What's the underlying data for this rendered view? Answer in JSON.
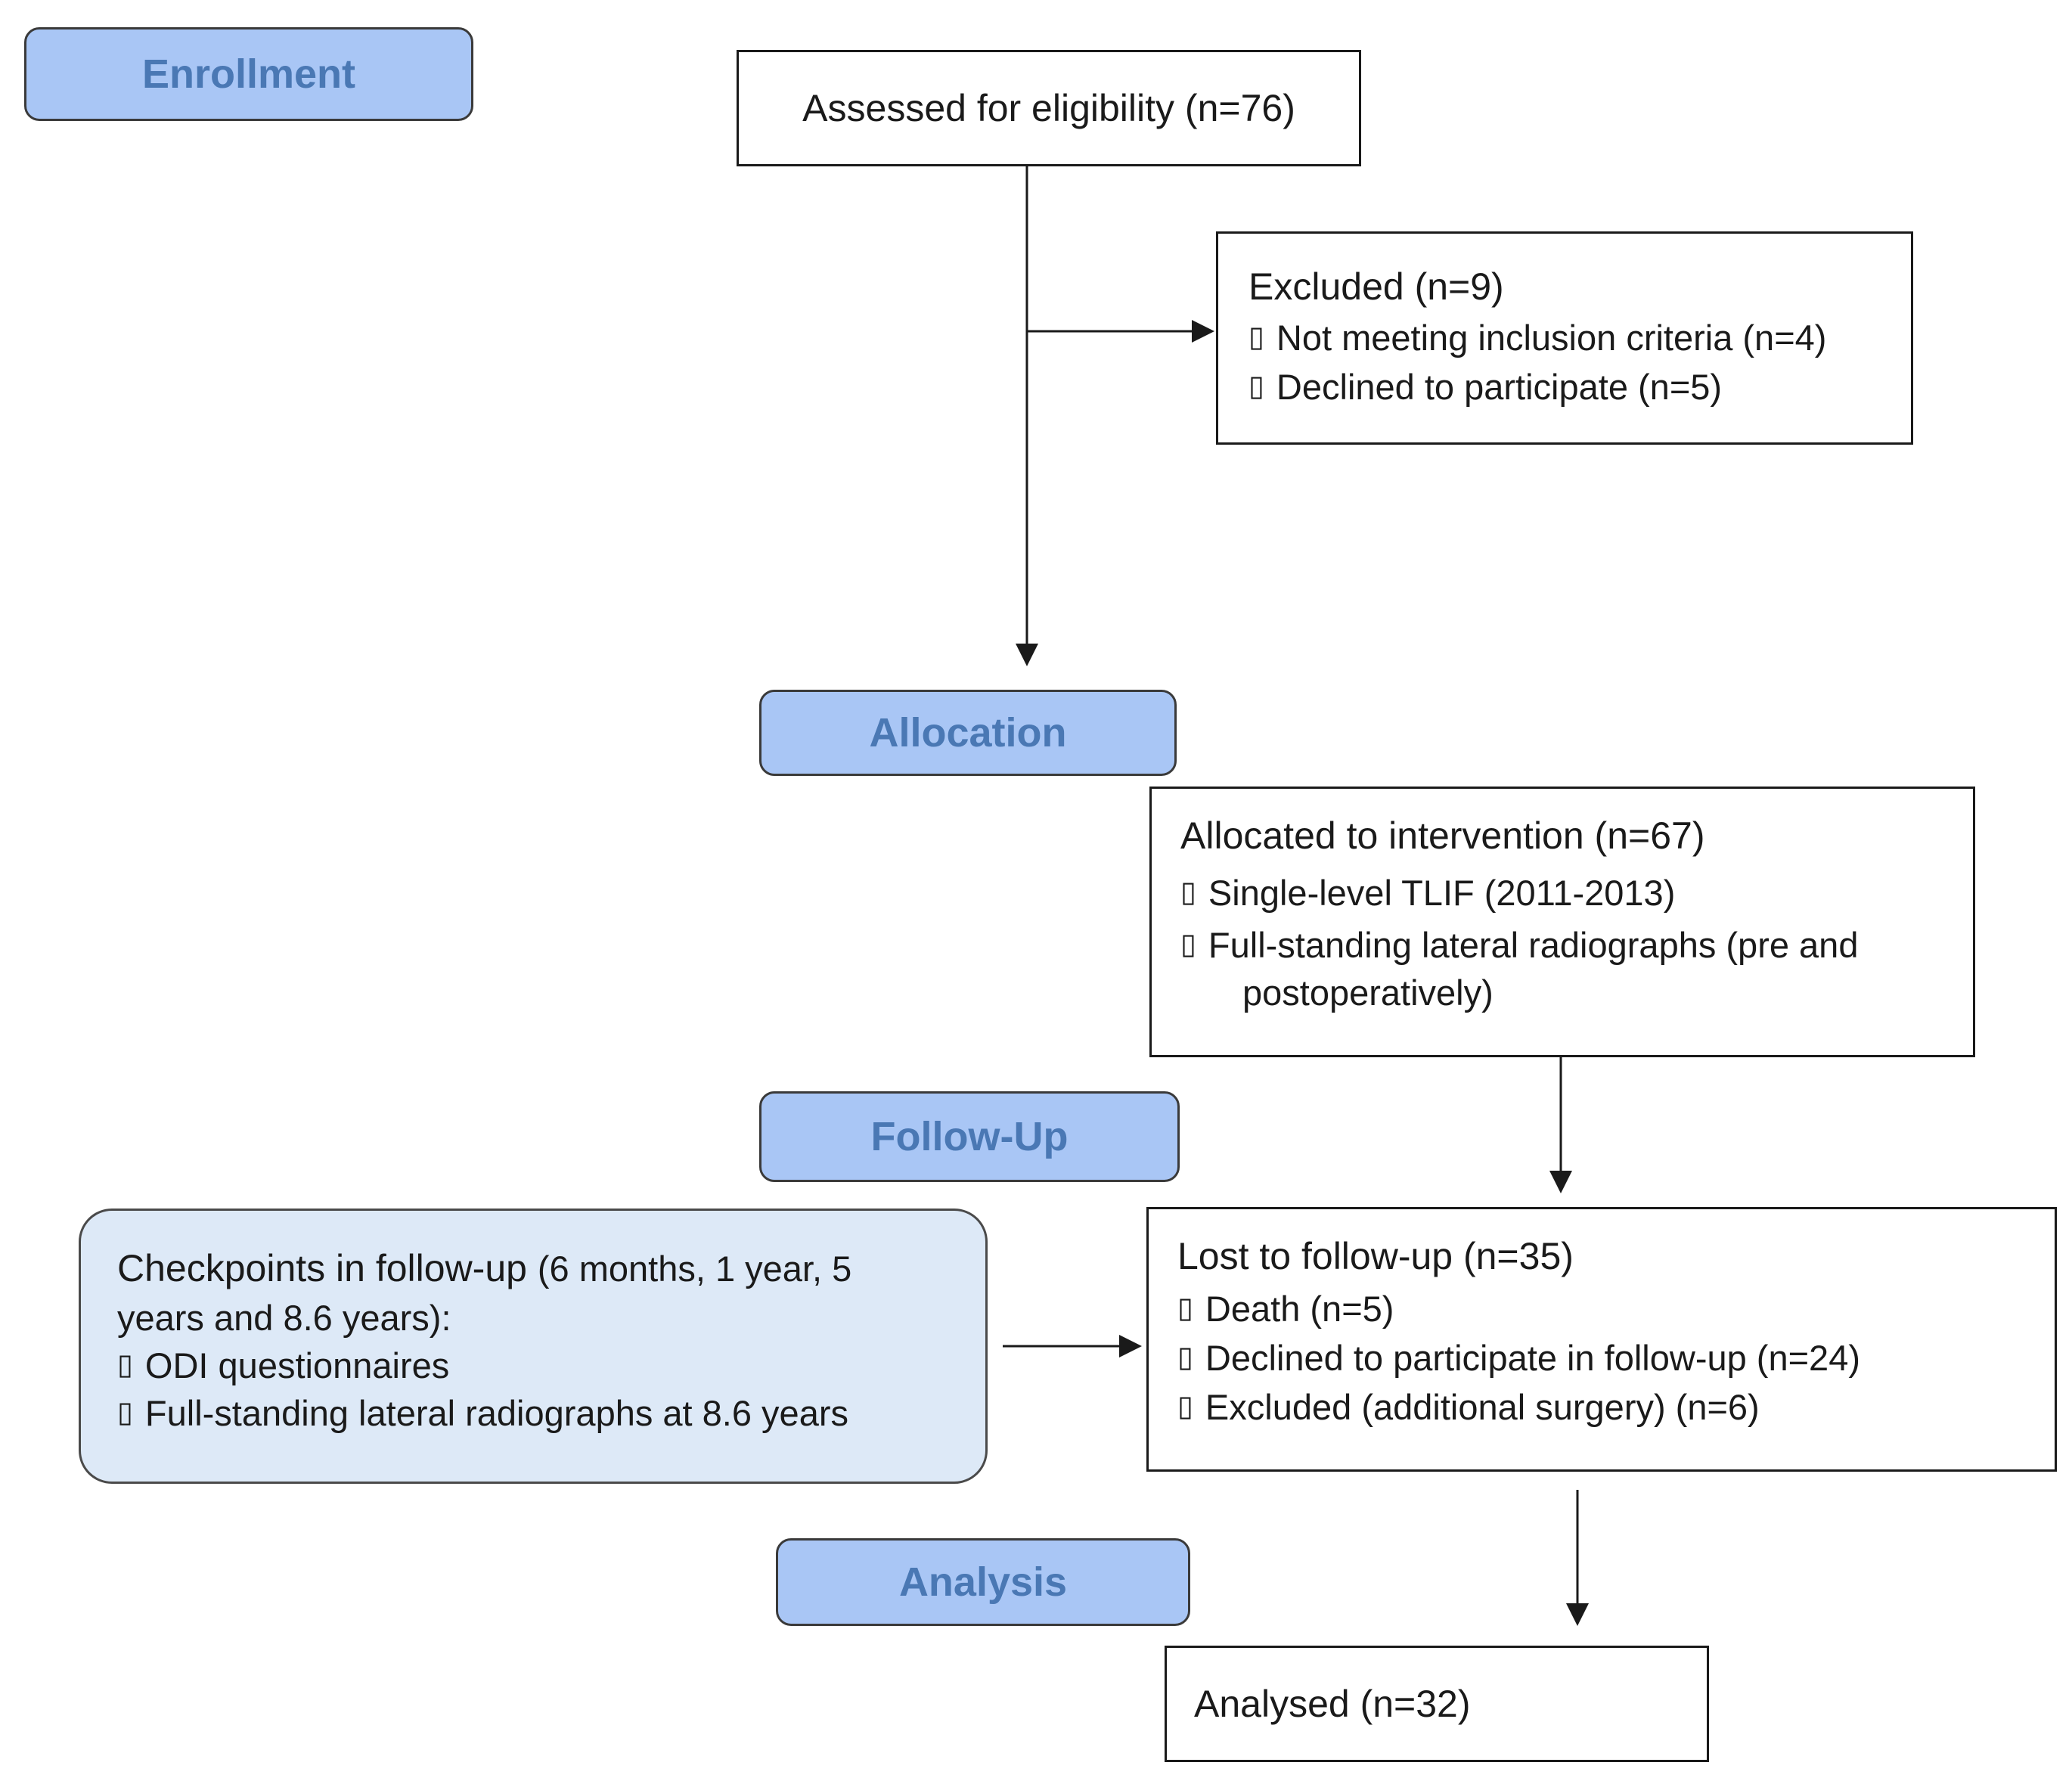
{
  "stages": {
    "enrollment": "Enrollment",
    "allocation": "Allocation",
    "follow_up": "Follow-Up",
    "analysis": "Analysis"
  },
  "boxes": {
    "assessed": {
      "title": "Assessed for eligibility (n=76)"
    },
    "excluded": {
      "title": "Excluded (n=9)",
      "items": [
        "Not meeting inclusion criteria (n=4)",
        "Declined to participate (n=5)"
      ]
    },
    "allocated": {
      "title": "Allocated to intervention (n=67)",
      "items": [
        "Single-level TLIF (2011-2013)",
        "Full-standing lateral radiographs (pre and"
      ],
      "continuation": "postoperatively)"
    },
    "checkpoints": {
      "title_main": "Checkpoints in follow-up",
      "title_rest": "(6 months, 1 year, 5",
      "title_line2": "years and 8.6 years):",
      "items": [
        "ODI questionnaires",
        "Full-standing lateral radiographs at 8.6 years"
      ]
    },
    "lost": {
      "title": "Lost to follow-up (n=35)",
      "items": [
        "Death (n=5)",
        "Declined to participate in follow-up (n=24)",
        "Excluded (additional surgery) (n=6)"
      ]
    },
    "analysed": {
      "title": "Analysed (n=32)"
    }
  },
  "bullet_glyph": "▯"
}
